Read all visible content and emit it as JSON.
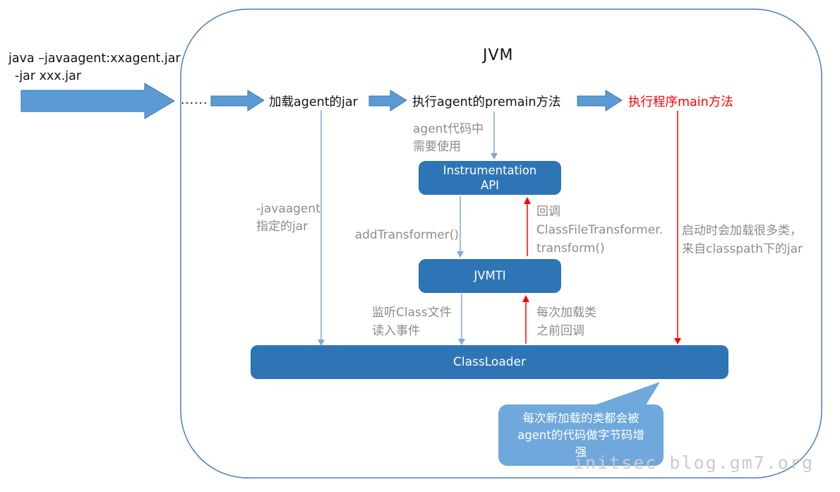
{
  "diagram_title": "JVM",
  "command": {
    "lines": [
      "java –javaagent:xxagent.jar",
      "-jar xxx.jar"
    ]
  },
  "flow": {
    "dots": "......",
    "step_load_agent_jar": "加载agent的jar",
    "step_run_premain": "执行agent的premain方法",
    "step_run_main": "执行程序main方法"
  },
  "boxes": {
    "instrumentation_api": {
      "lines": [
        "Instrumentation",
        "API"
      ]
    },
    "jvmti": "JVMTI",
    "classloader": "ClassLoader"
  },
  "notes": {
    "agent_code": {
      "lines": [
        "agent代码中",
        "需要使用"
      ]
    },
    "javaagent_jar": {
      "lines": [
        "-javaagent",
        "指定的jar"
      ]
    },
    "add_transformer": "addTransformer()",
    "callback_transform": {
      "lines": [
        "回调",
        "ClassFileTransformer.",
        "transform()"
      ]
    },
    "classpath_load": {
      "lines": [
        "启动时会加载很多类，",
        "来自classpath下的jar"
      ]
    },
    "listen_class_file": {
      "lines": [
        "监听Class文件",
        "读入事件"
      ]
    },
    "before_load_callback": {
      "lines": [
        "每次加载类",
        "之前回调"
      ]
    }
  },
  "bubble": {
    "lines": [
      "每次新加载的类都会被",
      "agent的代码做字节码增",
      "强"
    ]
  },
  "watermark": "initsec blog.gm7.org",
  "colors": {
    "box_blue": "#2E75B6",
    "bubble_blue": "#6FA8DC",
    "arrow_fill": "#5B9BD5",
    "arrow_edge": "#4175A8",
    "connector_blue": "#7FA8D8",
    "red": "#FF0000",
    "note_gray": "#8C8C8C",
    "boundary_blue": "#4A7EBB",
    "watermark_gray": "#CBCBCB"
  }
}
